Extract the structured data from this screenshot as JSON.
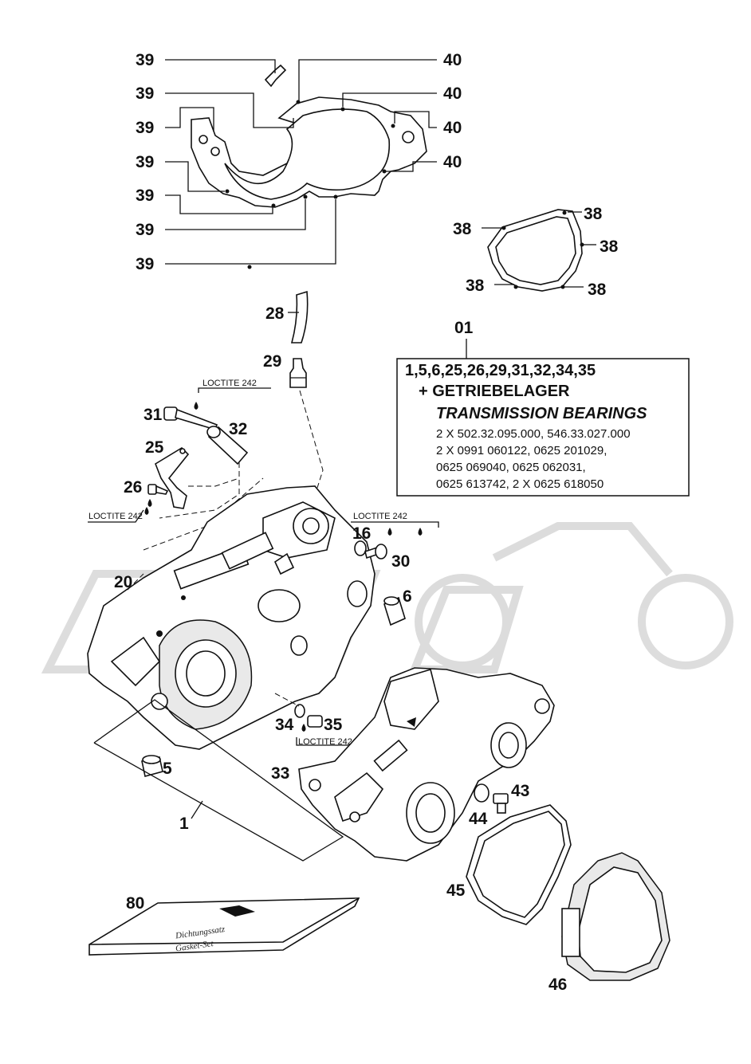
{
  "diagram": {
    "callouts": {
      "c39": "39",
      "c40": "40",
      "c38": "38",
      "c28": "28",
      "c29": "29",
      "c01": "01",
      "c31": "31",
      "c32": "32",
      "c25": "25",
      "c26": "26",
      "c16": "16",
      "c30": "30",
      "c20": "20",
      "c6": "6",
      "c34": "34",
      "c35": "35",
      "c5": "5",
      "c33": "33",
      "c43": "43",
      "c44": "44",
      "c1": "1",
      "c45": "45",
      "c80": "80",
      "c46": "46"
    },
    "loctite_label": "LOCTITE 242",
    "kit_box": {
      "parts_list": "1,5,6,25,26,29,31,32,34,35",
      "title_de": "+ GETRIEBELAGER",
      "title_en": "TRANSMISSION BEARINGS",
      "lines": [
        "2 X 502.32.095.000, 546.33.027.000",
        "2 X 0991 060122, 0625 201029,",
        "0625 069040, 0625 062031,",
        "0625 613742, 2 X 0625 618050"
      ]
    },
    "gasket_set": {
      "title_de": "Dichtungssatz",
      "title_en": "Gasket-Set"
    }
  }
}
